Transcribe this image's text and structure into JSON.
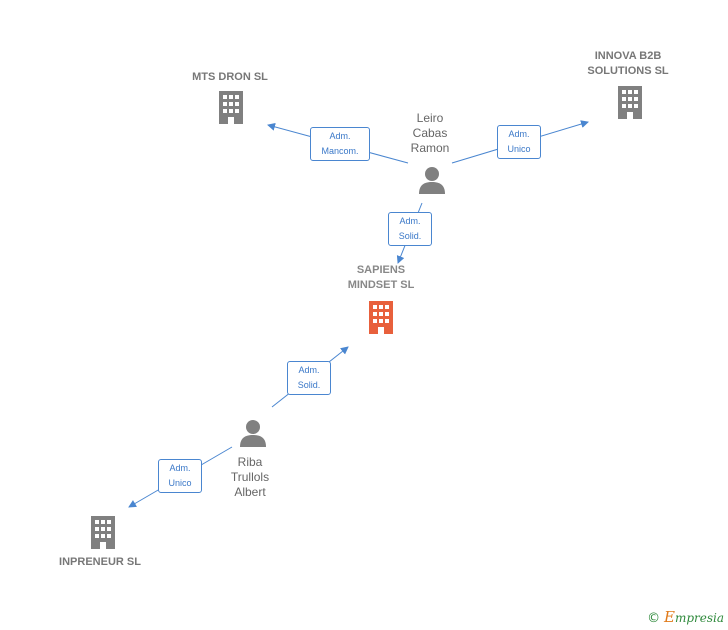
{
  "colors": {
    "edge": "#4a86d0",
    "building_default": "#808080",
    "building_focus": "#e8603c",
    "person": "#808080"
  },
  "companies": {
    "mts_dron": "MTS DRON  SL",
    "innova_line1": "INNOVA B2B",
    "innova_line2": "SOLUTIONS SL",
    "sapiens_line1": "SAPIENS",
    "sapiens_line2": "MINDSET  SL",
    "inpreneur": "INPRENEUR SL"
  },
  "persons": {
    "leiro": [
      "Leiro",
      "Cabas",
      "Ramon"
    ],
    "riba": [
      "Riba",
      "Trullols",
      "Albert"
    ]
  },
  "relations": {
    "leiro_mts": [
      "Adm.",
      "Mancom."
    ],
    "leiro_innova": [
      "Adm.",
      "Unico"
    ],
    "leiro_sapiens": [
      "Adm.",
      "Solid."
    ],
    "riba_sapiens": [
      "Adm.",
      "Solid."
    ],
    "riba_inpreneur": [
      "Adm.",
      "Unico"
    ]
  },
  "footer": {
    "copyright_symbol": "©",
    "brand_initial": "E",
    "brand_rest": "mpresia"
  }
}
